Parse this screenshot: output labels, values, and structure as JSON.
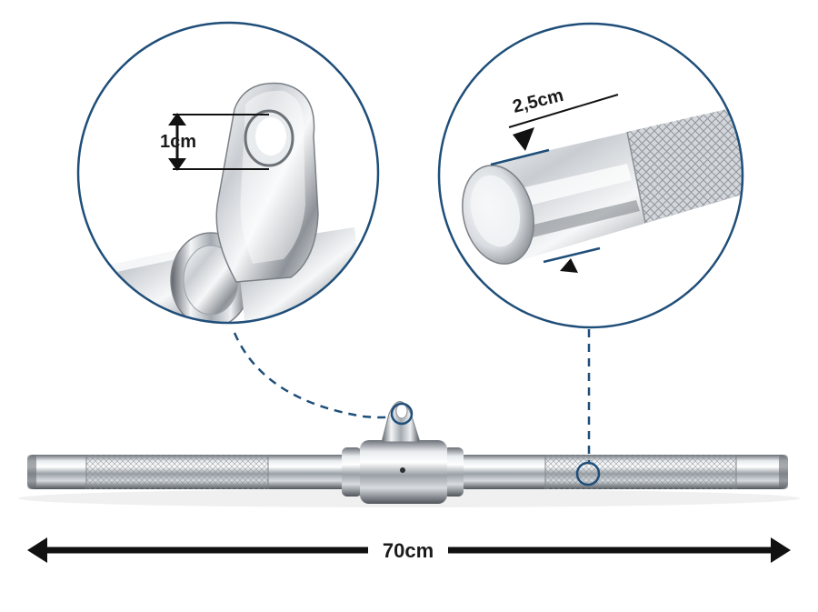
{
  "labels": {
    "loop_hole_size": "1cm",
    "bar_diameter": "2,5cm",
    "total_length": "70cm"
  },
  "colors": {
    "callout_ring": "#1f4e79",
    "dimension_line": "#111111",
    "chrome_light": "#f2f4f6",
    "chrome_mid": "#b9bec4",
    "chrome_dark": "#5d6268"
  },
  "icons": {
    "left_arrowhead": "arrow-left-icon",
    "right_arrowhead": "arrow-right-icon",
    "up_arrowhead": "arrow-up-icon",
    "down_arrowhead": "arrow-down-icon"
  }
}
